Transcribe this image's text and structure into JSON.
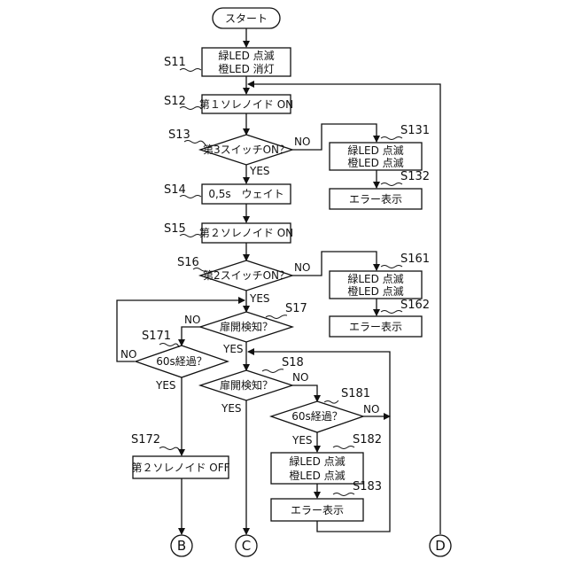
{
  "flowchart": {
    "start": "スタート",
    "steps": {
      "s11": {
        "id": "S11",
        "line1": "緑LED 点滅",
        "line2": "橙LED 消灯"
      },
      "s12": {
        "id": "S12",
        "text": "第１ソレノイド ON"
      },
      "s13": {
        "id": "S13",
        "text": "第3スイッチON？"
      },
      "s131": {
        "id": "S131",
        "line1": "緑LED 点滅",
        "line2": "橙LED 点滅"
      },
      "s132": {
        "id": "S132",
        "text": "エラー表示"
      },
      "s14": {
        "id": "S14",
        "text": "0,5s　ウェイト"
      },
      "s15": {
        "id": "S15",
        "text": "第２ソレノイド ON"
      },
      "s16": {
        "id": "S16",
        "text": "第2スイッチON？"
      },
      "s161": {
        "id": "S161",
        "line1": "緑LED 点滅",
        "line2": "橙LED 点滅"
      },
      "s162": {
        "id": "S162",
        "text": "エラー表示"
      },
      "s17": {
        "id": "S17",
        "text": "扉開検知？"
      },
      "s171": {
        "id": "S171",
        "text": "60s経過？"
      },
      "s172": {
        "id": "S172",
        "text": "第２ソレノイド OFF"
      },
      "s18": {
        "id": "S18",
        "text": "扉開検知？"
      },
      "s181": {
        "id": "S181",
        "text": "60s経過？"
      },
      "s182": {
        "id": "S182",
        "line1": "緑LED 点滅",
        "line2": "橙LED 点滅"
      },
      "s183": {
        "id": "S183",
        "text": "エラー表示"
      }
    },
    "labels": {
      "yes": "YES",
      "no": "NO"
    },
    "connectors": {
      "b": "B",
      "c": "C",
      "d": "D"
    }
  }
}
